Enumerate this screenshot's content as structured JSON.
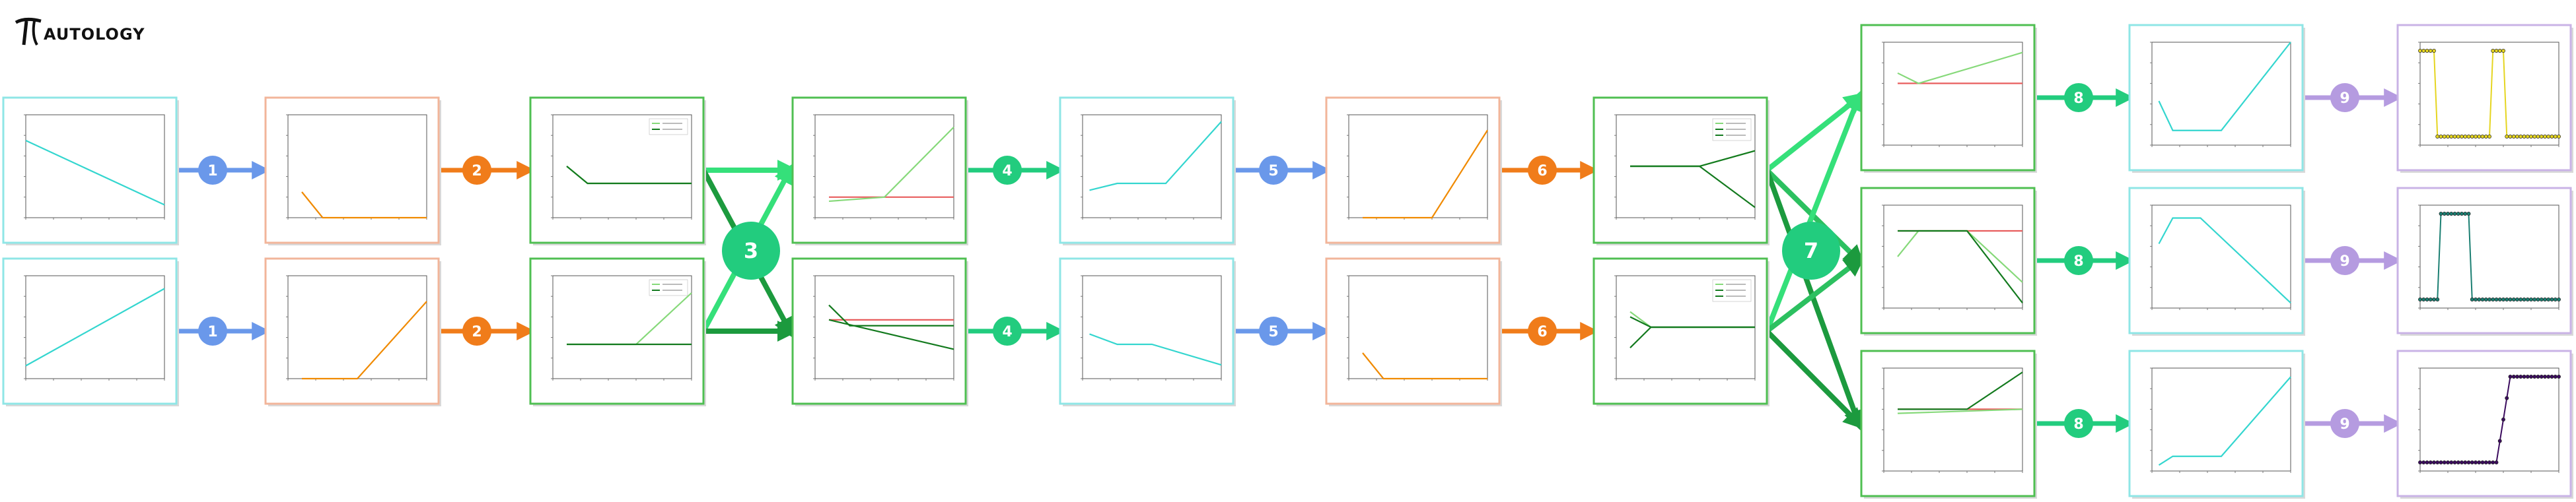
{
  "logo": {
    "text": "AUTOLOGY"
  },
  "colors": {
    "frame_cyan": "#8fe6e6",
    "frame_orange": "#f2b59a",
    "frame_green": "#4fbf52",
    "frame_purple": "#c9b3e6",
    "step_blue": "#6a98ea",
    "step_orange": "#f07c1a",
    "step_green": "#22cc7e",
    "step_purple": "#b59be0",
    "line_cyan": "#34d6cf",
    "line_orange": "#f08a00",
    "line_light_green": "#86d97a",
    "line_dark_green": "#137a1e",
    "line_red": "#e85d5d",
    "line_yellow": "#e5d520",
    "line_dark_purple": "#3b0b5e",
    "line_teal": "#1b7f72"
  },
  "steps": [
    {
      "id": "s1a",
      "label": "1",
      "kind": "blue"
    },
    {
      "id": "s1b",
      "label": "1",
      "kind": "blue"
    },
    {
      "id": "s2a",
      "label": "2",
      "kind": "orange"
    },
    {
      "id": "s2b",
      "label": "2",
      "kind": "orange"
    },
    {
      "id": "s3",
      "label": "3",
      "kind": "green_big"
    },
    {
      "id": "s4a",
      "label": "4",
      "kind": "green"
    },
    {
      "id": "s4b",
      "label": "4",
      "kind": "green"
    },
    {
      "id": "s5a",
      "label": "5",
      "kind": "blue"
    },
    {
      "id": "s5b",
      "label": "5",
      "kind": "blue"
    },
    {
      "id": "s6a",
      "label": "6",
      "kind": "orange"
    },
    {
      "id": "s6b",
      "label": "6",
      "kind": "orange"
    },
    {
      "id": "s7",
      "label": "7",
      "kind": "green_big"
    },
    {
      "id": "s8a",
      "label": "8",
      "kind": "green"
    },
    {
      "id": "s8b",
      "label": "8",
      "kind": "green"
    },
    {
      "id": "s8c",
      "label": "8",
      "kind": "green"
    },
    {
      "id": "s9a",
      "label": "9",
      "kind": "purple"
    },
    {
      "id": "s9b",
      "label": "9",
      "kind": "purple"
    },
    {
      "id": "s9c",
      "label": "9",
      "kind": "purple"
    }
  ],
  "panels": [
    {
      "id": "p1a",
      "frame": "cyan",
      "chart": {
        "type": "line",
        "xlim": [
          -15,
          5
        ],
        "ylim": [
          -20,
          20
        ],
        "series": [
          {
            "color": "cyan",
            "x": [
              -15,
              5
            ],
            "y": [
              10,
              -15
            ]
          }
        ]
      }
    },
    {
      "id": "p1b",
      "frame": "cyan",
      "chart": {
        "type": "line",
        "xlim": [
          -15,
          5
        ],
        "ylim": [
          -20,
          20
        ],
        "series": [
          {
            "color": "cyan",
            "x": [
              -15,
              5
            ],
            "y": [
              -15,
              15
            ]
          }
        ]
      }
    },
    {
      "id": "p2a",
      "frame": "orange",
      "chart": {
        "type": "line",
        "xlim": [
          -15,
          5
        ],
        "ylim": [
          0,
          20
        ],
        "series": [
          {
            "color": "orange",
            "x": [
              -13,
              -10,
              5
            ],
            "y": [
              5,
              0,
              0
            ]
          }
        ]
      }
    },
    {
      "id": "p2b",
      "frame": "orange",
      "chart": {
        "type": "line",
        "xlim": [
          -15,
          5
        ],
        "ylim": [
          0,
          20
        ],
        "series": [
          {
            "color": "orange",
            "x": [
              -13,
              -5,
              5
            ],
            "y": [
              0,
              0,
              15
            ]
          }
        ]
      }
    },
    {
      "id": "p3a",
      "frame": "green",
      "chart": {
        "type": "line",
        "xlim": [
          -15,
          5
        ],
        "ylim": [
          -10,
          20
        ],
        "legend": true,
        "series": [
          {
            "color": "light_green",
            "x": [
              -13,
              -10,
              5
            ],
            "y": [
              5,
              0,
              0
            ]
          },
          {
            "color": "dark_green",
            "x": [
              -13,
              -10,
              5
            ],
            "y": [
              5,
              0,
              0
            ]
          }
        ]
      }
    },
    {
      "id": "p3b",
      "frame": "green",
      "chart": {
        "type": "line",
        "xlim": [
          -15,
          5
        ],
        "ylim": [
          -10,
          20
        ],
        "legend": true,
        "series": [
          {
            "color": "light_green",
            "x": [
              -13,
              -3,
              5
            ],
            "y": [
              0,
              0,
              15
            ]
          },
          {
            "color": "dark_green",
            "x": [
              -13,
              5
            ],
            "y": [
              0,
              0
            ]
          }
        ]
      }
    },
    {
      "id": "p4a",
      "frame": "green",
      "chart": {
        "type": "line",
        "xlim": [
          -15,
          5
        ],
        "ylim": [
          -5,
          20
        ],
        "series": [
          {
            "color": "red",
            "x": [
              -13,
              5
            ],
            "y": [
              0,
              0
            ]
          },
          {
            "color": "light_green",
            "x": [
              -13,
              -5,
              5
            ],
            "y": [
              -1,
              0,
              17
            ]
          }
        ]
      }
    },
    {
      "id": "p4b",
      "frame": "green",
      "chart": {
        "type": "line",
        "xlim": [
          -15,
          5
        ],
        "ylim": [
          -20,
          15
        ],
        "series": [
          {
            "color": "red",
            "x": [
              -13,
              5
            ],
            "y": [
              0,
              0
            ]
          },
          {
            "color": "dark_green",
            "x": [
              -13,
              -10,
              5
            ],
            "y": [
              5,
              -2,
              -2
            ]
          },
          {
            "color": "dark_green",
            "x": [
              -13,
              5
            ],
            "y": [
              0,
              -10
            ]
          }
        ]
      }
    },
    {
      "id": "p5a",
      "frame": "cyan",
      "chart": {
        "type": "line",
        "xlim": [
          -15,
          5
        ],
        "ylim": [
          -10,
          20
        ],
        "series": [
          {
            "color": "cyan",
            "x": [
              -14,
              -10,
              -3,
              5
            ],
            "y": [
              -2,
              0,
              0,
              18
            ]
          }
        ]
      }
    },
    {
      "id": "p5b",
      "frame": "cyan",
      "chart": {
        "type": "line",
        "xlim": [
          -15,
          5
        ],
        "ylim": [
          -10,
          20
        ],
        "series": [
          {
            "color": "cyan",
            "x": [
              -14,
              -10,
              -5,
              5
            ],
            "y": [
              3,
              0,
              0,
              -6
            ]
          }
        ]
      }
    },
    {
      "id": "p6a",
      "frame": "orange",
      "chart": {
        "type": "line",
        "xlim": [
          -15,
          5
        ],
        "ylim": [
          0,
          20
        ],
        "series": [
          {
            "color": "orange",
            "x": [
              -13,
              -3,
              5
            ],
            "y": [
              0,
              0,
              17
            ]
          }
        ]
      }
    },
    {
      "id": "p6b",
      "frame": "orange",
      "chart": {
        "type": "line",
        "xlim": [
          -15,
          5
        ],
        "ylim": [
          0,
          20
        ],
        "series": [
          {
            "color": "orange",
            "x": [
              -13,
              -10,
              5
            ],
            "y": [
              5,
              0,
              0
            ]
          }
        ]
      }
    },
    {
      "id": "p7a",
      "frame": "green",
      "chart": {
        "type": "line",
        "xlim": [
          -15,
          5
        ],
        "ylim": [
          -10,
          10
        ],
        "legend": true,
        "series": [
          {
            "color": "light_green",
            "x": [
              -13,
              -3,
              5
            ],
            "y": [
              0,
              0,
              3
            ]
          },
          {
            "color": "dark_green",
            "x": [
              -13,
              -3,
              5
            ],
            "y": [
              0,
              0,
              3
            ]
          },
          {
            "color": "dark_green",
            "x": [
              -13,
              -3,
              5
            ],
            "y": [
              0,
              0,
              -8
            ]
          }
        ]
      }
    },
    {
      "id": "p7b",
      "frame": "green",
      "chart": {
        "type": "line",
        "xlim": [
          -15,
          5
        ],
        "ylim": [
          -10,
          10
        ],
        "legend": true,
        "series": [
          {
            "color": "light_green",
            "x": [
              -13,
              -10,
              5
            ],
            "y": [
              3,
              0,
              0
            ]
          },
          {
            "color": "dark_green",
            "x": [
              -13,
              -10,
              5
            ],
            "y": [
              -4,
              0,
              0
            ]
          },
          {
            "color": "dark_green",
            "x": [
              -13,
              -10,
              5
            ],
            "y": [
              2,
              0,
              0
            ]
          }
        ]
      }
    },
    {
      "id": "p8a",
      "frame": "green",
      "chart": {
        "type": "line",
        "xlim": [
          -15,
          5
        ],
        "ylim": [
          -30,
          20
        ],
        "series": [
          {
            "color": "red",
            "x": [
              -13,
              5
            ],
            "y": [
              0,
              0
            ]
          },
          {
            "color": "light_green",
            "x": [
              -13,
              -10,
              5
            ],
            "y": [
              5,
              0,
              15
            ]
          }
        ]
      }
    },
    {
      "id": "p8b",
      "frame": "green",
      "chart": {
        "type": "line",
        "xlim": [
          -15,
          5
        ],
        "ylim": [
          -30,
          10
        ],
        "series": [
          {
            "color": "red",
            "x": [
              -13,
              5
            ],
            "y": [
              0,
              0
            ]
          },
          {
            "color": "light_green",
            "x": [
              -13,
              -10,
              -3,
              5
            ],
            "y": [
              -10,
              0,
              0,
              -20
            ]
          },
          {
            "color": "dark_green",
            "x": [
              -13,
              -3,
              5
            ],
            "y": [
              0,
              0,
              -28
            ]
          }
        ]
      }
    },
    {
      "id": "p8c",
      "frame": "green",
      "chart": {
        "type": "line",
        "xlim": [
          -15,
          5
        ],
        "ylim": [
          -30,
          20
        ],
        "series": [
          {
            "color": "red",
            "x": [
              -13,
              5
            ],
            "y": [
              0,
              0
            ]
          },
          {
            "color": "light_green",
            "x": [
              -13,
              5
            ],
            "y": [
              -2,
              0
            ]
          },
          {
            "color": "dark_green",
            "x": [
              -13,
              -3,
              5
            ],
            "y": [
              0,
              0,
              18
            ]
          }
        ]
      }
    },
    {
      "id": "p9a",
      "frame": "cyan",
      "chart": {
        "type": "line",
        "xlim": [
          -15,
          5
        ],
        "ylim": [
          -10,
          25
        ],
        "series": [
          {
            "color": "cyan",
            "x": [
              -14,
              -12,
              -5,
              5
            ],
            "y": [
              5,
              -5,
              -5,
              25
            ]
          }
        ]
      }
    },
    {
      "id": "p9b",
      "frame": "cyan",
      "chart": {
        "type": "line",
        "xlim": [
          -15,
          5
        ],
        "ylim": [
          -20,
          20
        ],
        "series": [
          {
            "color": "cyan",
            "x": [
              -14,
              -12,
              -8,
              5
            ],
            "y": [
              5,
              15,
              15,
              -18
            ]
          }
        ]
      }
    },
    {
      "id": "p9c",
      "frame": "cyan",
      "chart": {
        "type": "line",
        "xlim": [
          -15,
          5
        ],
        "ylim": [
          -10,
          25
        ],
        "series": [
          {
            "color": "cyan",
            "x": [
              -14,
              -12,
              -5,
              5
            ],
            "y": [
              -8,
              -5,
              -5,
              22
            ]
          }
        ]
      }
    },
    {
      "id": "p10a",
      "frame": "purple",
      "chart": {
        "type": "scatter-line",
        "xlim": [
          -15,
          5
        ],
        "ylim": [
          -0.1,
          1.1
        ],
        "series": [
          {
            "color": "yellow",
            "steps": [
              [
                -15,
                1
              ],
              [
                -13,
                1
              ],
              [
                -12.5,
                0
              ],
              [
                -5,
                0
              ],
              [
                -4.5,
                1
              ],
              [
                -3,
                1
              ],
              [
                -2.5,
                0
              ],
              [
                5,
                0
              ]
            ]
          }
        ]
      }
    },
    {
      "id": "p10b",
      "frame": "purple",
      "chart": {
        "type": "scatter-line",
        "xlim": [
          -15,
          5
        ],
        "ylim": [
          -0.1,
          1.1
        ],
        "series": [
          {
            "color": "teal",
            "steps": [
              [
                -15,
                0
              ],
              [
                -12.5,
                0
              ],
              [
                -12,
                1
              ],
              [
                -8,
                1
              ],
              [
                -7.5,
                0
              ],
              [
                5,
                0
              ]
            ]
          }
        ]
      }
    },
    {
      "id": "p10c",
      "frame": "purple",
      "chart": {
        "type": "scatter-line",
        "xlim": [
          -15,
          5
        ],
        "ylim": [
          -0.1,
          1.1
        ],
        "series": [
          {
            "color": "dark_purple",
            "steps": [
              [
                -15,
                0
              ],
              [
                -4,
                0
              ],
              [
                -2,
                1
              ],
              [
                5,
                1
              ]
            ]
          }
        ]
      }
    }
  ]
}
